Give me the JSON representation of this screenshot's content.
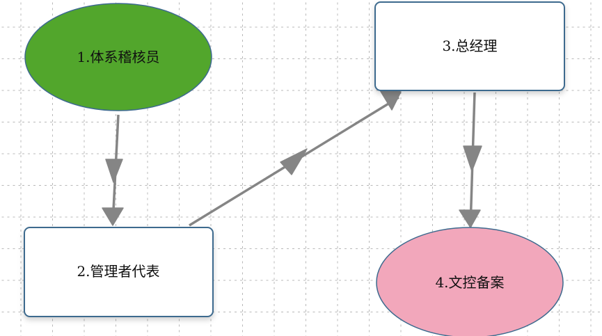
{
  "diagram": {
    "nodes": [
      {
        "id": "n1",
        "shape": "ellipse",
        "label": "1.体系稽核员",
        "fill": "#52a62c"
      },
      {
        "id": "n2",
        "shape": "rect",
        "label": "2.管理者代表",
        "fill": "#ffffff"
      },
      {
        "id": "n3",
        "shape": "rect",
        "label": "3.总经理",
        "fill": "#ffffff"
      },
      {
        "id": "n4",
        "shape": "ellipse",
        "label": "4.文控备案",
        "fill": "#f2a7bb"
      }
    ],
    "edges": [
      {
        "from": "n1",
        "to": "n2"
      },
      {
        "from": "n2",
        "to": "n3"
      },
      {
        "from": "n3",
        "to": "n4"
      }
    ],
    "colors": {
      "node_border": "#3d6a8e",
      "edge": "#858585",
      "grid": "#b8b8b8"
    }
  }
}
